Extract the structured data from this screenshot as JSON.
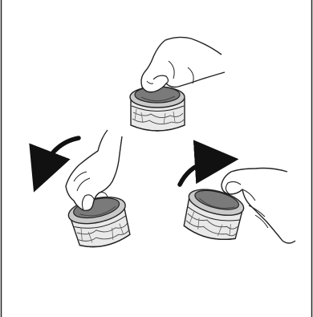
{
  "colors": {
    "background": "#ffffff",
    "line": "#222222",
    "cap_fill": "#7a7a7a",
    "cap_shade": "#4a4a4a",
    "body_fill": "#e6e6e6",
    "arrow": "#111111",
    "border": "#222222"
  },
  "illustration": {
    "steps": [
      {
        "id": "press-cap",
        "icons": [
          "hand-icon",
          "cap-icon",
          "container-icon"
        ]
      },
      {
        "id": "twist-counterclockwise",
        "icons": [
          "hand-icon",
          "cap-icon",
          "container-icon",
          "counterclockwise-arrow-icon"
        ]
      },
      {
        "id": "twist-clockwise",
        "icons": [
          "hand-icon",
          "cap-icon",
          "container-icon",
          "clockwise-arrow-icon"
        ]
      }
    ]
  }
}
